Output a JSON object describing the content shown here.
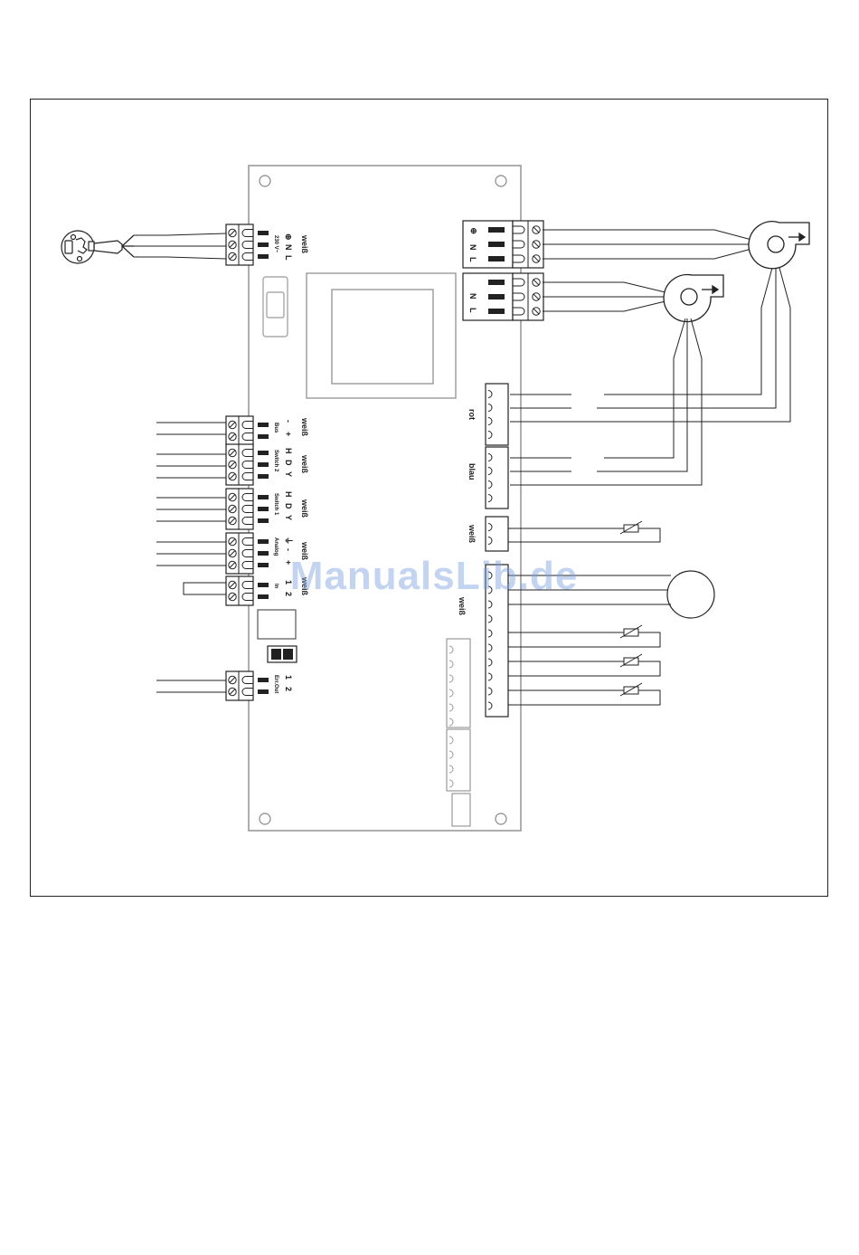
{
  "colors": {
    "line": "#222222",
    "board": "#9a9a9a",
    "watermark": "#78a0e1"
  },
  "left_connectors": [
    {
      "id": "power",
      "color_label": "weiß",
      "pins": [
        "⊕",
        "N",
        "L"
      ],
      "sub_label": "230 V~"
    },
    {
      "id": "bus",
      "color_label": "weiß",
      "pins": [
        "-",
        "+"
      ],
      "sub_label": "Bus"
    },
    {
      "id": "switch2",
      "color_label": "weiß",
      "pins": [
        "H",
        "D",
        "Y"
      ],
      "sub_label": "Switch 2"
    },
    {
      "id": "switch1",
      "color_label": "weiß",
      "pins": [
        "H",
        "D",
        "Y"
      ],
      "sub_label": "Switch 1"
    },
    {
      "id": "analog",
      "color_label": "weiß",
      "pins": [
        "⏚",
        "-",
        "+"
      ],
      "sub_label": "Analog"
    },
    {
      "id": "in",
      "color_label": "weiß",
      "pins": [
        "1",
        "2"
      ],
      "sub_label": "In"
    },
    {
      "id": "errout",
      "color_label": "",
      "pins": [
        "1",
        "2"
      ],
      "sub_label": "Err.Out"
    }
  ],
  "right_terminals": {
    "fan1_pins": [
      "⊕",
      "N",
      "L"
    ],
    "fan2_pins": [
      "N",
      "L"
    ]
  },
  "right_connectors": [
    {
      "id": "rot",
      "label": "rot"
    },
    {
      "id": "blau",
      "label": "blau"
    },
    {
      "id": "weiss1",
      "label": "weiß"
    },
    {
      "id": "weiss2",
      "label": "weiß"
    }
  ],
  "watermark": "ManualsLib.de",
  "icons": [
    "mains-plug-icon",
    "blower-fan-icon",
    "thermistor-icon",
    "sensor-circle-icon"
  ]
}
